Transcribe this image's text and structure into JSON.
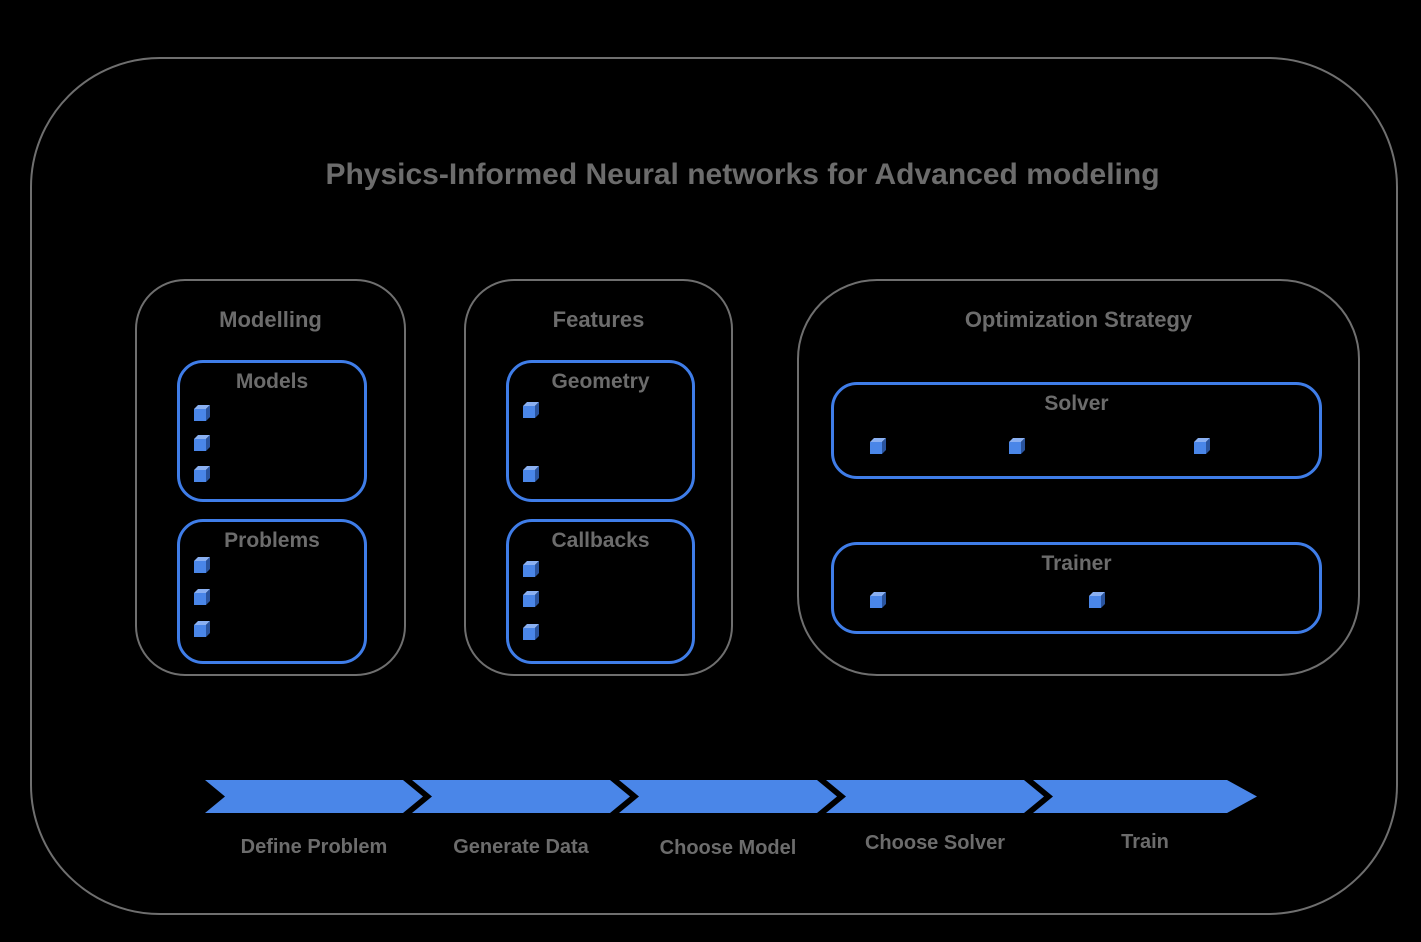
{
  "title": "Physics-Informed Neural networks for Advanced modeling",
  "sections": {
    "modelling": {
      "title": "Modelling",
      "boxes": [
        {
          "title": "Models",
          "bullets": 3
        },
        {
          "title": "Problems",
          "bullets": 3
        }
      ]
    },
    "features": {
      "title": "Features",
      "boxes": [
        {
          "title": "Geometry",
          "bullets": 2
        },
        {
          "title": "Callbacks",
          "bullets": 3
        }
      ]
    },
    "optimization": {
      "title": "Optimization Strategy",
      "boxes": [
        {
          "title": "Solver",
          "bullets": 3
        },
        {
          "title": "Trainer",
          "bullets": 2
        }
      ]
    }
  },
  "pipeline": {
    "steps": [
      {
        "label": "Define Problem"
      },
      {
        "label": "Generate Data"
      },
      {
        "label": "Choose Model"
      },
      {
        "label": "Choose Solver"
      },
      {
        "label": "Train"
      }
    ]
  },
  "colors": {
    "accent_blue": "#4a86e8",
    "box_border_blue": "#3f7de8",
    "frame_border_gray": "#6f6f6f",
    "text_gray": "#6c6c6c",
    "background": "#000000"
  }
}
